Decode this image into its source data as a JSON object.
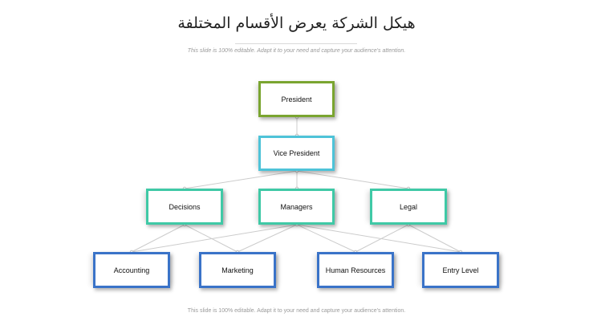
{
  "slide": {
    "title": "هيكل الشركة يعرض الأقسام المختلفة",
    "subtitle": "This slide is 100% editable. Adapt it to your need and capture your audience's attention.",
    "footer": "This slide is 100% editable. Adapt it to your need and capture your audience's attention."
  },
  "colors": {
    "level1": "#7aa530",
    "level2": "#4ec3d8",
    "level3": "#3fc9a6",
    "level4": "#3a73c8",
    "connector": "#cccccc"
  },
  "org": {
    "president": "President",
    "vice_president": "Vice President",
    "departments": [
      "Decisions",
      "Managers",
      "Legal"
    ],
    "teams": [
      "Accounting",
      "Marketing",
      "Human Resources",
      "Entry Level"
    ]
  }
}
